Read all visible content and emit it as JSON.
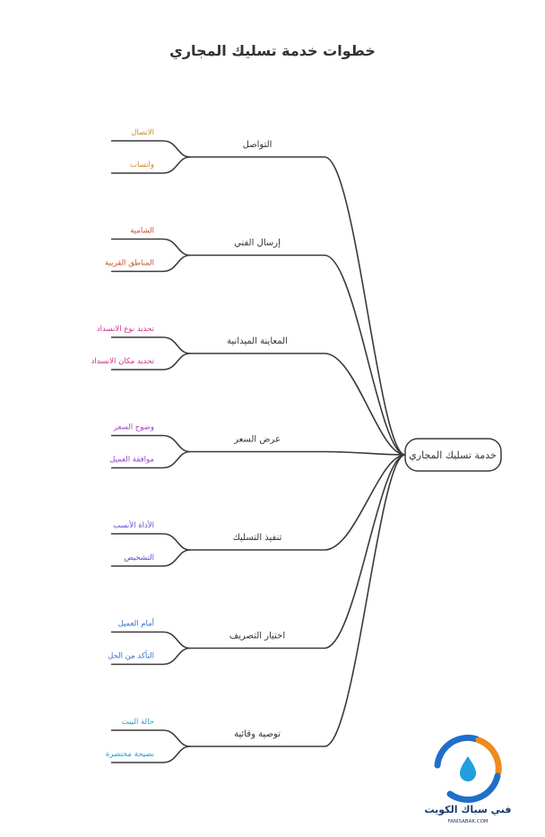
{
  "title": "خطوات خدمة تسليك المجاري",
  "root": {
    "label": "خدمة تسليك المجاري"
  },
  "branches": [
    {
      "label": "التواصل",
      "color": "#c98a2b",
      "children": [
        "الاتصال",
        "واتساب"
      ]
    },
    {
      "label": "إرسال الفني",
      "color": "#c9502b",
      "children": [
        "الشامية",
        "المناطق القريبة"
      ]
    },
    {
      "label": "المعاينة الميدانية",
      "color": "#c9338a",
      "children": [
        "تحديد نوع الانسداد",
        "تحديد مكان الانسداد"
      ]
    },
    {
      "label": "عرض السعر",
      "color": "#9b3fc9",
      "children": [
        "وضوح السعر",
        "موافقة العميل"
      ]
    },
    {
      "label": "تنفيذ التسليك",
      "color": "#5b4fc9",
      "children": [
        "الأداة الأنسب",
        "التشخيص"
      ]
    },
    {
      "label": "اختبار التصريف",
      "color": "#2f6fc9",
      "children": [
        "أمام العميل",
        "التأكد من الحل"
      ]
    },
    {
      "label": "توصية وقائية",
      "color": "#1f9fc9",
      "children": [
        "حالة البيت",
        "نصيحة مختصرة"
      ]
    }
  ],
  "logo": {
    "text": "فني سباك الكويت",
    "subtext": "FANISABAK.COM"
  },
  "colors": {
    "line": "#3a3a3a",
    "text": "#333333",
    "logo_blue": "#1f6fc9",
    "logo_orange": "#f08a1c",
    "logo_navy": "#1a3a6a"
  }
}
